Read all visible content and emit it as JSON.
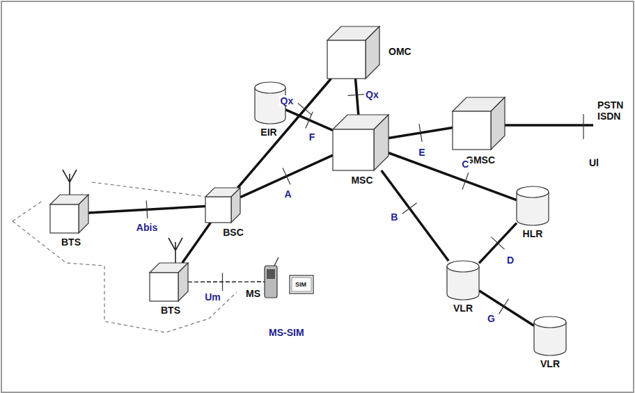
{
  "diagram": {
    "nodes": [
      {
        "text": [
          "OMC"
        ]
      },
      {
        "text": [
          "EIR"
        ]
      },
      {
        "text": [
          "MSC"
        ]
      },
      {
        "text": [
          "GMSC"
        ]
      },
      {
        "text": [
          "BTS"
        ]
      },
      {
        "text": [
          "BSC"
        ]
      },
      {
        "text": [
          "BTS"
        ]
      },
      {
        "text": [
          "MS"
        ]
      },
      {
        "text": [
          "HLR"
        ]
      },
      {
        "text": [
          "VLR"
        ]
      },
      {
        "text": [
          "VLR"
        ]
      }
    ],
    "edges": [
      {
        "from": 5,
        "to": 0,
        "label": "Qx",
        "arrow": "none"
      },
      {
        "from": 2,
        "to": 0,
        "label": "Qx",
        "arrow": "none"
      },
      {
        "from": 1,
        "to": 2,
        "label": "F",
        "arrow": "none"
      },
      {
        "from": 2,
        "to": 3,
        "label": "E",
        "arrow": "none"
      },
      {
        "from": 5,
        "to": 2,
        "label": "A",
        "arrow": "none"
      },
      {
        "from": 2,
        "to": 8,
        "label": "C",
        "arrow": "none"
      },
      {
        "from": 2,
        "to": 9,
        "label": "B",
        "arrow": "none"
      },
      {
        "from": 9,
        "to": 8,
        "label": "D",
        "arrow": "none"
      },
      {
        "from": 9,
        "to": 10,
        "label": "G",
        "arrow": "none"
      },
      {
        "from": 4,
        "to": 5,
        "label": "Abis",
        "arrow": "none"
      },
      {
        "from": 6,
        "to": 5,
        "arrow": "none"
      },
      {
        "from": 6,
        "to": 7,
        "label": "Um",
        "arrow": "none"
      }
    ],
    "labels": [
      "PSTN ISDN",
      "Ul",
      "SIM",
      "MS-SIM"
    ]
  }
}
